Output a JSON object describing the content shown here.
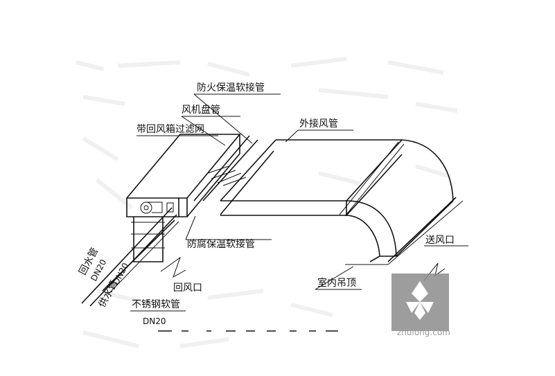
{
  "labels": {
    "fire_conn": "防火保温软接管",
    "fan_coil": "风机盘管",
    "filter_box": "带回风箱过滤网",
    "ext_duct": "外接风管",
    "anti_corr": "防腐保温软接管",
    "supply_outlet": "送风口",
    "ceiling": "室内吊顶",
    "return_outlet": "回风口",
    "ss_hose": "不锈钢软管",
    "ss_hose_size": "DN20",
    "return_pipe": "回水管",
    "return_pipe_size": "DN20",
    "supply_pipe": "供水管",
    "supply_pipe_size": "DN20"
  },
  "watermark": {
    "site": "zhulong.com",
    "colors": {
      "tile": "#8c8c8c",
      "mark": "#ffffff"
    }
  }
}
